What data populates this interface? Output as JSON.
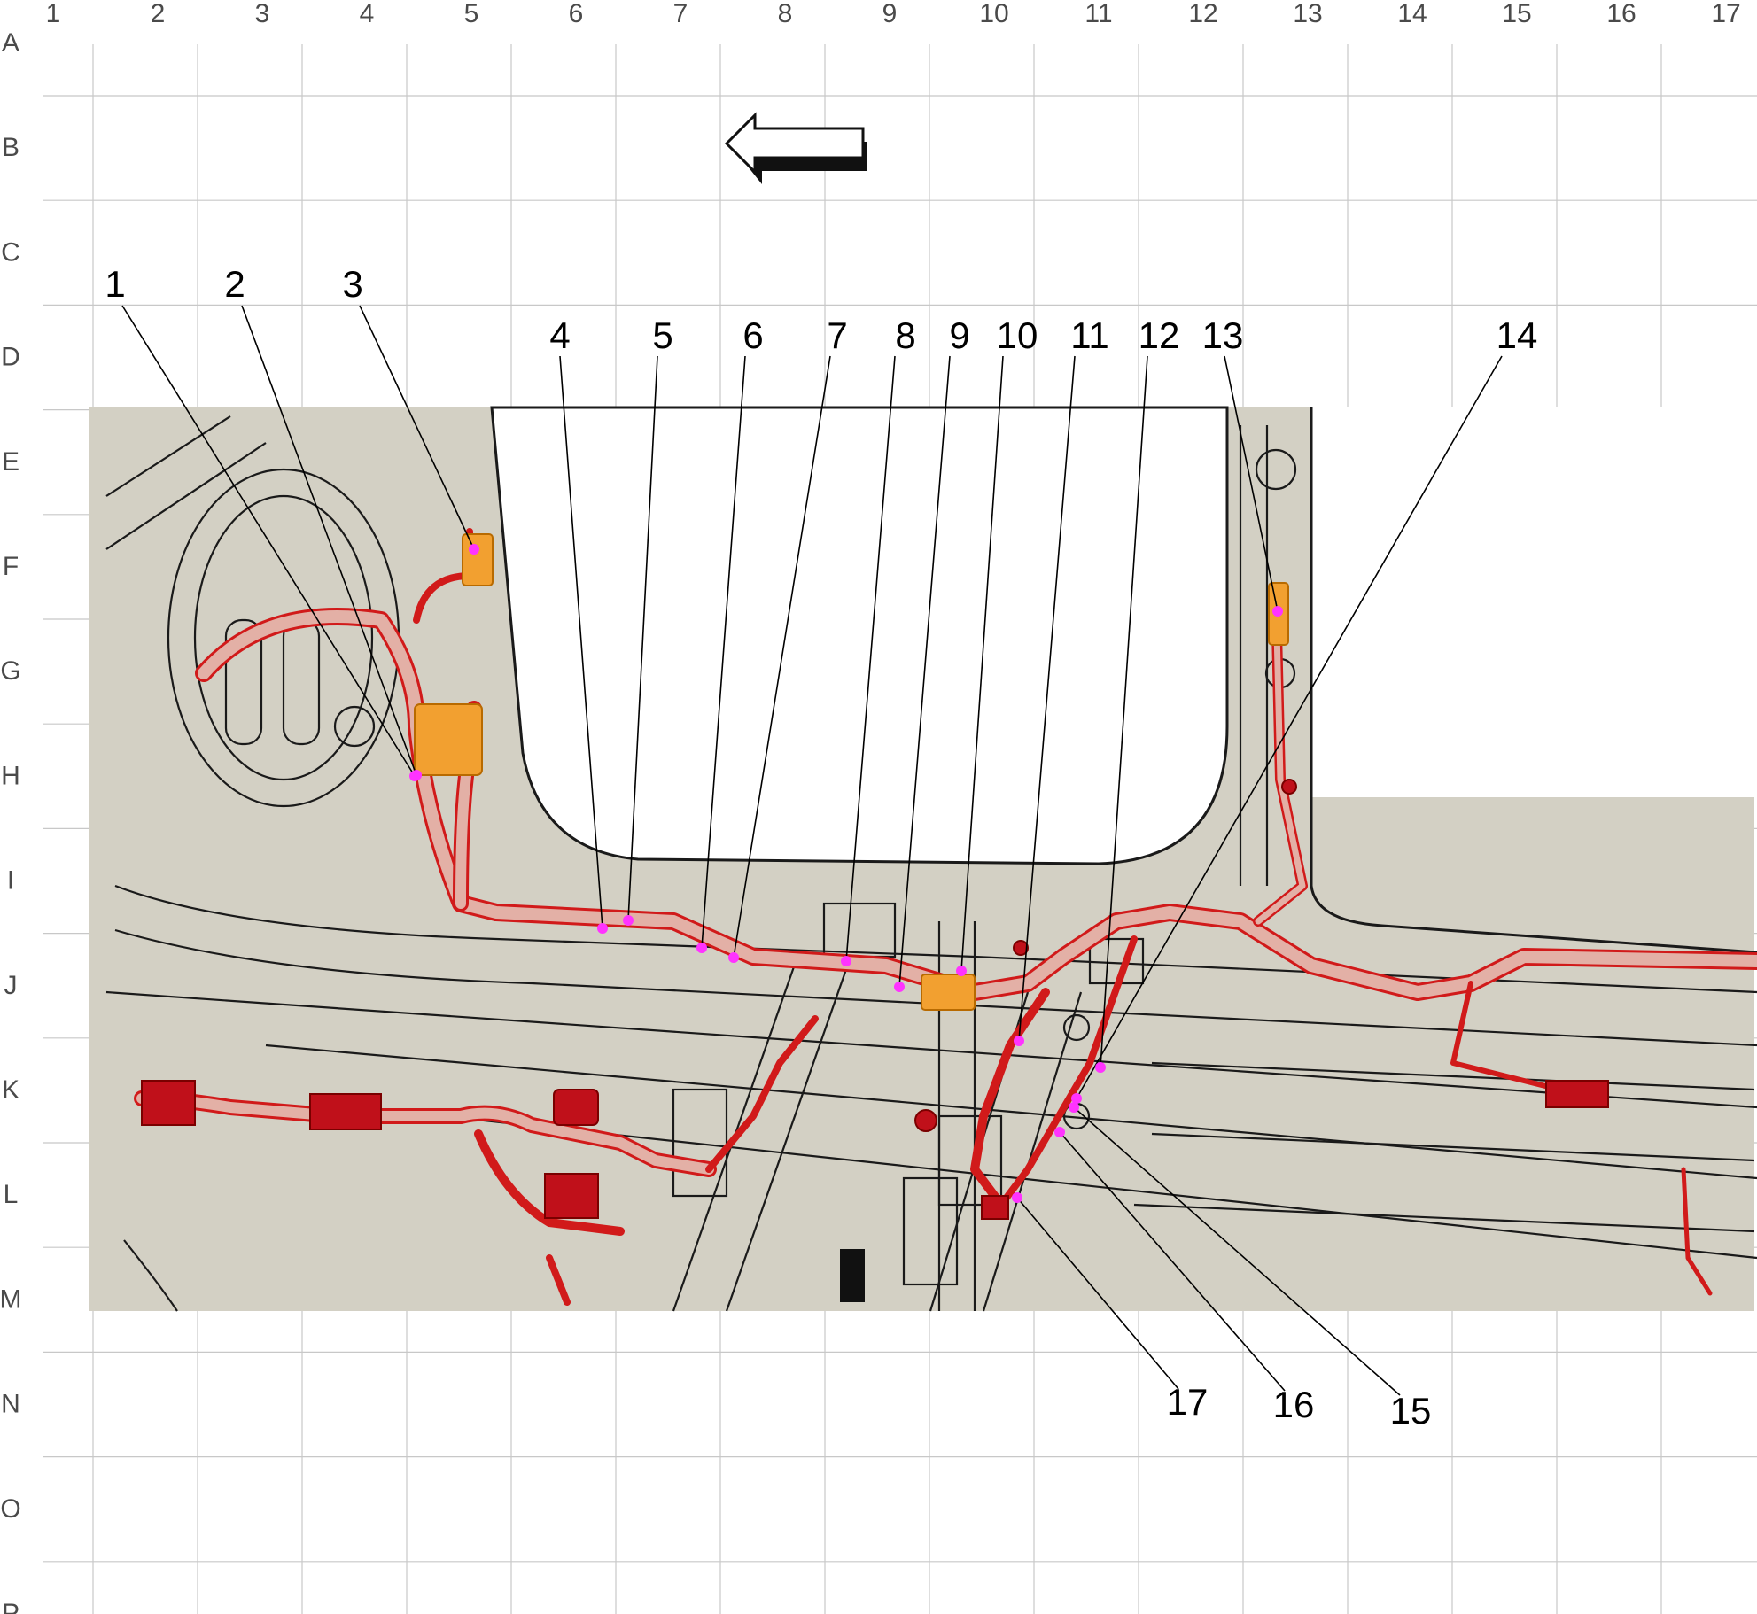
{
  "grid": {
    "columns": [
      "1",
      "2",
      "3",
      "4",
      "5",
      "6",
      "7",
      "8",
      "9",
      "10",
      "11",
      "12",
      "13",
      "14",
      "15",
      "16",
      "17"
    ],
    "rows": [
      "A",
      "B",
      "C",
      "D",
      "E",
      "F",
      "G",
      "H",
      "I",
      "J",
      "K",
      "L",
      "M",
      "N",
      "O",
      "P"
    ]
  },
  "callouts": [
    {
      "id": "1",
      "label": "1"
    },
    {
      "id": "2",
      "label": "2"
    },
    {
      "id": "3",
      "label": "3"
    },
    {
      "id": "4",
      "label": "4"
    },
    {
      "id": "5",
      "label": "5"
    },
    {
      "id": "6",
      "label": "6"
    },
    {
      "id": "7",
      "label": "7"
    },
    {
      "id": "8",
      "label": "8"
    },
    {
      "id": "9",
      "label": "9"
    },
    {
      "id": "10",
      "label": "10"
    },
    {
      "id": "11",
      "label": "11"
    },
    {
      "id": "12",
      "label": "12"
    },
    {
      "id": "13",
      "label": "13"
    },
    {
      "id": "14",
      "label": "14"
    },
    {
      "id": "15",
      "label": "15"
    },
    {
      "id": "16",
      "label": "16"
    },
    {
      "id": "17",
      "label": "17"
    }
  ],
  "colors": {
    "background": "#ffffff",
    "grid_line": "#c8c8c8",
    "drawing_panel": "#d3d0c4",
    "structure_line": "#1a1a1a",
    "harness": "#d11a1a",
    "harness_fill": "#e3b0a6",
    "connector": "#f2a030",
    "marker_dot": "#ff33ff",
    "leader_line": "#000000",
    "grid_label": "#4a4a4a"
  },
  "icons": {
    "direction_arrow": "left-arrow-icon"
  }
}
